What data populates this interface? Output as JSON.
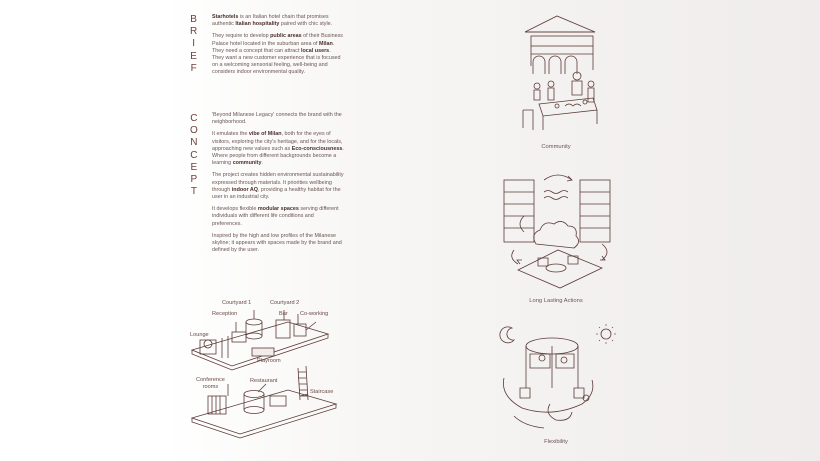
{
  "brief": {
    "heading_letters": [
      "B",
      "R",
      "I",
      "E",
      "F"
    ],
    "p1": {
      "brand": "Starhotels",
      "t1": " is an Italian hotel chain that promises authentic ",
      "hosp": "Italian hospitality",
      "t2": " paired with chic style."
    },
    "p2": {
      "t1": "They require to develop ",
      "public": "public areas",
      "t2": " of their Business Palace hotel located in the suburban area of ",
      "milan": "Milan",
      "t3": ". They need a concept that can attract ",
      "local": "local users",
      "t4": ". They want a new customer experience that is focused on a welcoming sensorial feeling, well-being and considers indoor environmental quality."
    }
  },
  "concept": {
    "heading_letters": [
      "C",
      "O",
      "N",
      "C",
      "E",
      "P",
      "T"
    ],
    "p1": "'Beyond Milanese Legacy' connects the brand with the neighborhood.",
    "p2": {
      "t1": "It emulates the ",
      "vibe": "vibe of Milan",
      "t2": ", both for the eyes of visitors, exploring the city's heritage, and for the locals, approaching new values such as ",
      "eco": "Eco-consciousness",
      "t3": ". Where people from different backgrounds become a learning ",
      "community": "community",
      "t4": "."
    },
    "p3": {
      "t1": "The project creates hidden environmental sustainability expressed through materials. It priorities wellbeing through ",
      "aq": "indoor AQ",
      "t2": ", providing a healthy habitat for the user in an industrial city."
    },
    "p4": {
      "t1": "It develops flexible ",
      "modular": "modular spaces",
      "t2": " serving different individuals with different life conditions and preferences."
    },
    "p5": "Inspired by the high and low profiles of the Milanese skyline; it appears with spaces made by the brand and defined by the user."
  },
  "plan_labels": {
    "courtyard1": "Courtyard 1",
    "courtyard2": "Courtyard 2",
    "reception": "Reception",
    "bar": "Bar",
    "coworking": "Co-working",
    "lounge": "Lounge",
    "playroom": "Playroom",
    "conference": "Conference\nrooms",
    "restaurant": "Restaurant",
    "staircase": "Staircase"
  },
  "captions": {
    "community": "Community",
    "long_lasting": "Long Lasting Actions",
    "flexibility": "Flexibility"
  },
  "colors": {
    "ink": "#5a3a36",
    "text": "#6a5552",
    "heading": "#6b3f3a"
  }
}
